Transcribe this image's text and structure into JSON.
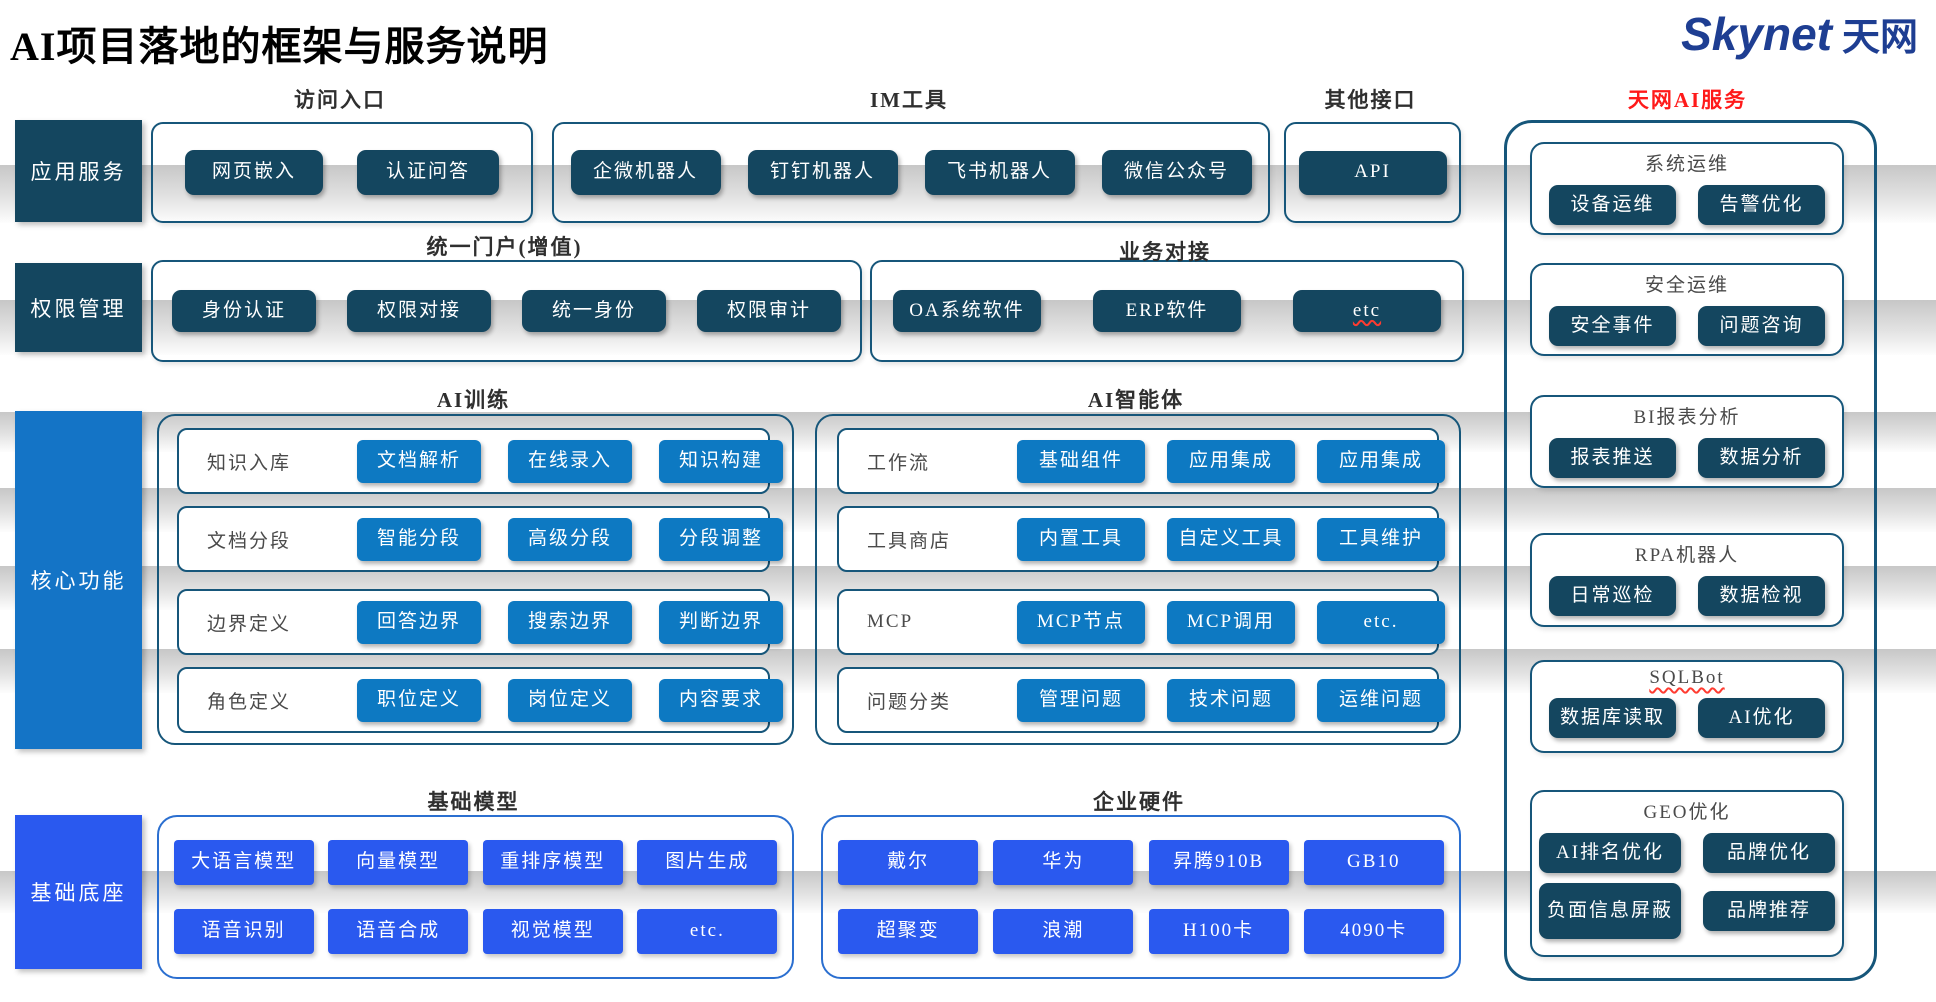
{
  "title": "AI项目落地的框架与服务说明",
  "logo": {
    "en": "Skynet",
    "cn": "天网"
  },
  "colors": {
    "navy": "#14465f",
    "medium_blue": "#0d79c2",
    "core_blue": "#1474c6",
    "royal_blue": "#2a59ef",
    "royal_border": "#2b6fd0",
    "box_border": "#16567a",
    "brand_blue": "#1e3e92",
    "accent_red": "#ff1a1a"
  },
  "sidebar": [
    "应用服务",
    "权限管理",
    "核心功能",
    "基础底座"
  ],
  "row1": {
    "access_entry": {
      "title": "访问入口",
      "buttons": [
        "网页嵌入",
        "认证问答"
      ]
    },
    "im_tools": {
      "title": "IM工具",
      "buttons": [
        "企微机器人",
        "钉钉机器人",
        "飞书机器人",
        "微信公众号"
      ]
    },
    "other_api": {
      "title": "其他接口",
      "buttons": [
        "API"
      ]
    }
  },
  "row2": {
    "unified_portal": {
      "title": "统一门户(增值)",
      "buttons": [
        "身份认证",
        "权限对接",
        "统一身份",
        "权限审计"
      ]
    },
    "business": {
      "title": "业务对接",
      "buttons": [
        "OA系统软件",
        "ERP软件",
        "etc"
      ]
    }
  },
  "ai_training": {
    "title": "AI训练",
    "rows": [
      {
        "label": "知识入库",
        "buttons": [
          "文档解析",
          "在线录入",
          "知识构建"
        ]
      },
      {
        "label": "文档分段",
        "buttons": [
          "智能分段",
          "高级分段",
          "分段调整"
        ]
      },
      {
        "label": "边界定义",
        "buttons": [
          "回答边界",
          "搜索边界",
          "判断边界"
        ]
      },
      {
        "label": "角色定义",
        "buttons": [
          "职位定义",
          "岗位定义",
          "内容要求"
        ]
      }
    ]
  },
  "ai_agent": {
    "title": "AI智能体",
    "rows": [
      {
        "label": "工作流",
        "buttons": [
          "基础组件",
          "应用集成",
          "应用集成"
        ]
      },
      {
        "label": "工具商店",
        "buttons": [
          "内置工具",
          "自定义工具",
          "工具维护"
        ]
      },
      {
        "label": "MCP",
        "buttons": [
          "MCP节点",
          "MCP调用",
          "etc."
        ]
      },
      {
        "label": "问题分类",
        "buttons": [
          "管理问题",
          "技术问题",
          "运维问题"
        ]
      }
    ]
  },
  "base_models": {
    "title": "基础模型",
    "row1": [
      "大语言模型",
      "向量模型",
      "重排序模型",
      "图片生成"
    ],
    "row2": [
      "语音识别",
      "语音合成",
      "视觉模型",
      "etc."
    ]
  },
  "enterprise_hardware": {
    "title": "企业硬件",
    "row1": [
      "戴尔",
      "华为",
      "昇腾910B",
      "GB10"
    ],
    "row2": [
      "超聚变",
      "浪潮",
      "H100卡",
      "4090卡"
    ]
  },
  "skynet_services": {
    "title": "天网AI服务",
    "sections": [
      {
        "title": "系统运维",
        "buttons": [
          "设备运维",
          "告警优化"
        ]
      },
      {
        "title": "安全运维",
        "buttons": [
          "安全事件",
          "问题咨询"
        ]
      },
      {
        "title": "BI报表分析",
        "buttons": [
          "报表推送",
          "数据分析"
        ]
      },
      {
        "title": "RPA机器人",
        "buttons": [
          "日常巡检",
          "数据检视"
        ]
      },
      {
        "title": "SQLBot",
        "buttons": [
          "数据库读取",
          "AI优化"
        ]
      },
      {
        "title": "GEO优化",
        "buttons": [
          "AI排名优化",
          "品牌优化",
          "负面信息屏蔽",
          "品牌推荐"
        ]
      }
    ]
  }
}
